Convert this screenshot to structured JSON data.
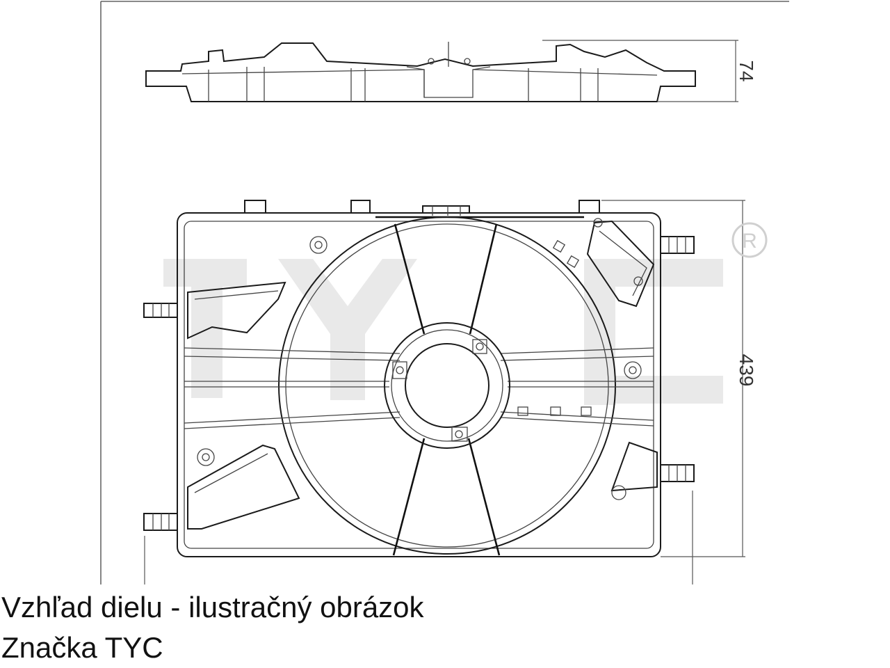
{
  "drawing": {
    "dimension_height_top": "74",
    "dimension_height_front": "439",
    "registered_mark": "R",
    "watermark_brand": "TYC"
  },
  "captions": {
    "line1": "Vzhľad dielu - ilustračný obrázok",
    "line2": "Značka TYC"
  },
  "colors": {
    "line": "#1a1a1a",
    "watermark": "#e6e6e6",
    "background": "#ffffff"
  }
}
